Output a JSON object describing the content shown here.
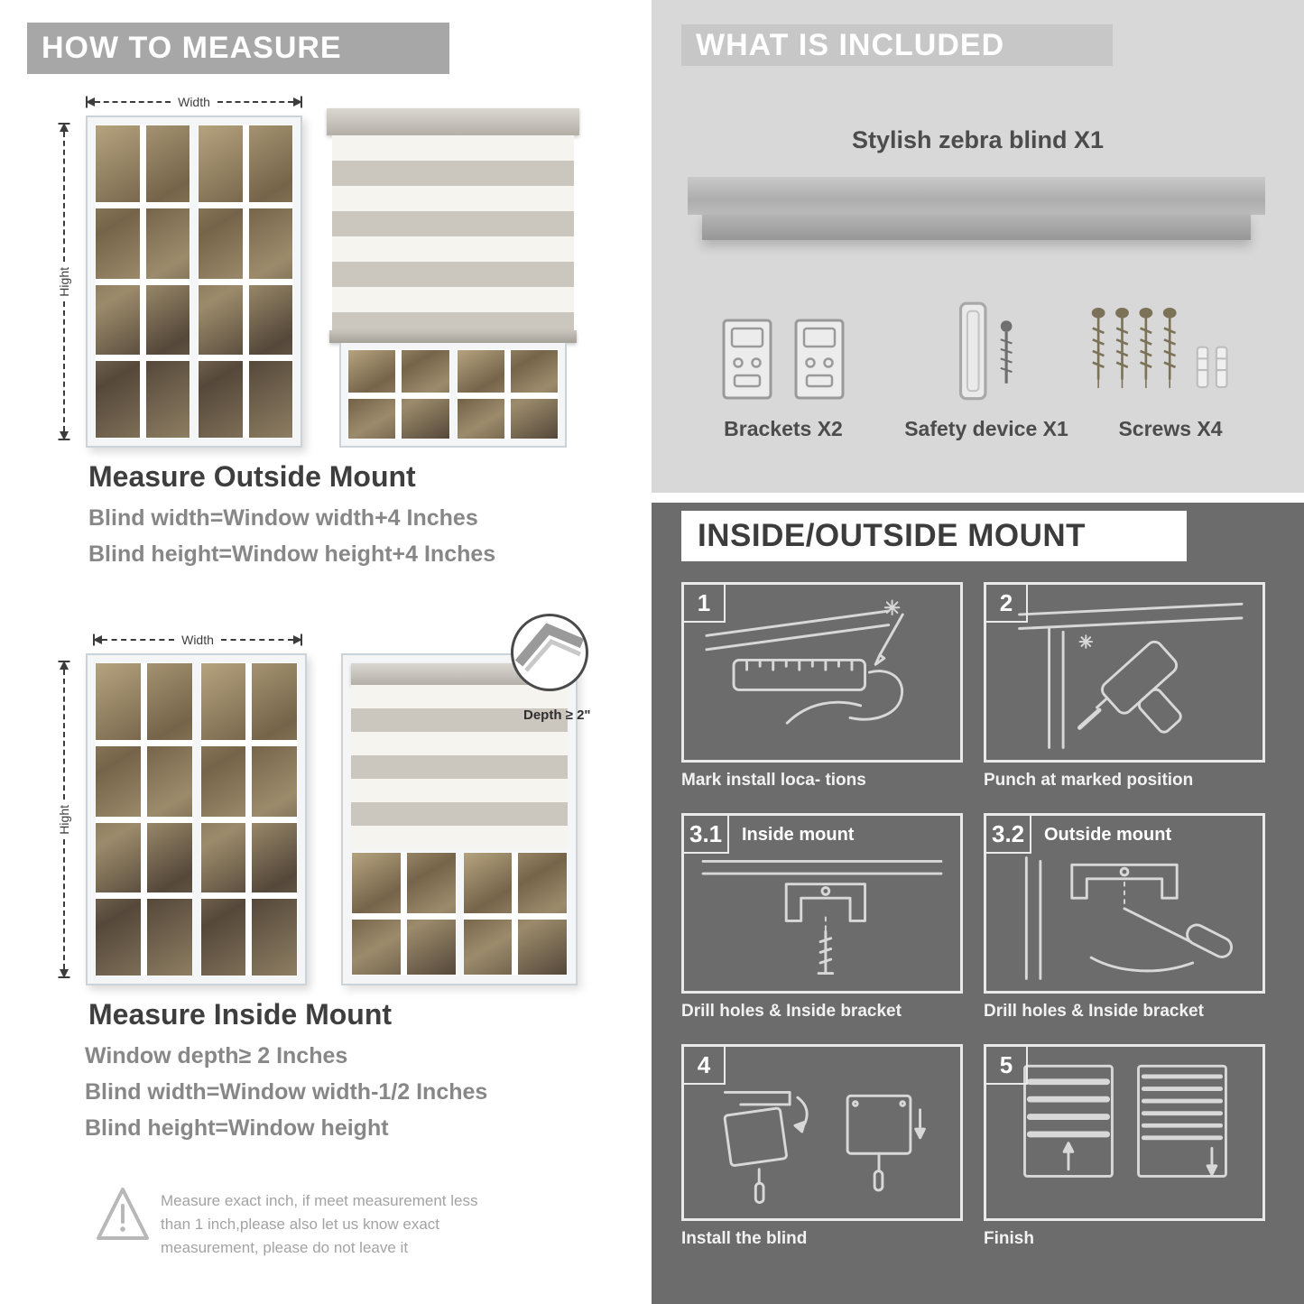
{
  "colors": {
    "banner_gray": "#a7a7a7",
    "panel_light": "#d8d8d8",
    "panel_dark": "#6c6c6c",
    "text_dark": "#3e3e3e",
    "text_gray": "#878787",
    "stripe_gray": "#ccc7be",
    "stripe_sheer": "#f6f4ef"
  },
  "left": {
    "header": "HOW TO MEASURE",
    "outside": {
      "width_label": "Width",
      "height_label": "Hight",
      "title": "Measure Outside Mount",
      "line1": "Blind width=Window width+4 Inches",
      "line2": "Blind height=Window height+4 Inches"
    },
    "inside": {
      "width_label": "Width",
      "height_label": "Hight",
      "depth_callout": "Depth ≥ 2\"",
      "title": "Measure Inside Mount",
      "line1": "Window depth≥ 2 Inches",
      "line2": "Blind width=Window width-1/2 Inches",
      "line3": "Blind height=Window height"
    },
    "note": {
      "line1": "Measure exact inch, if meet measurement less",
      "line2": "than 1 inch,please also let us know exact",
      "line3": "measurement, please do not leave it"
    }
  },
  "included": {
    "header": "WHAT IS INCLUDED",
    "product_label": "Stylish zebra blind X1",
    "items": [
      {
        "label": "Brackets X2"
      },
      {
        "label": "Safety device X1"
      },
      {
        "label": "Screws X4"
      }
    ]
  },
  "mount": {
    "header": "INSIDE/OUTSIDE MOUNT",
    "steps": [
      {
        "number": "1",
        "label": "",
        "caption": "Mark install loca- tions"
      },
      {
        "number": "2",
        "label": "",
        "caption": "Punch at  marked position"
      },
      {
        "number": "3.1",
        "label": "Inside mount",
        "caption": "Drill holes &  Inside bracket"
      },
      {
        "number": "3.2",
        "label": "Outside mount",
        "caption": "Drill holes &  Inside bracket"
      },
      {
        "number": "4",
        "label": "",
        "caption": "Install the blind"
      },
      {
        "number": "5",
        "label": "",
        "caption": "Finish"
      }
    ]
  }
}
